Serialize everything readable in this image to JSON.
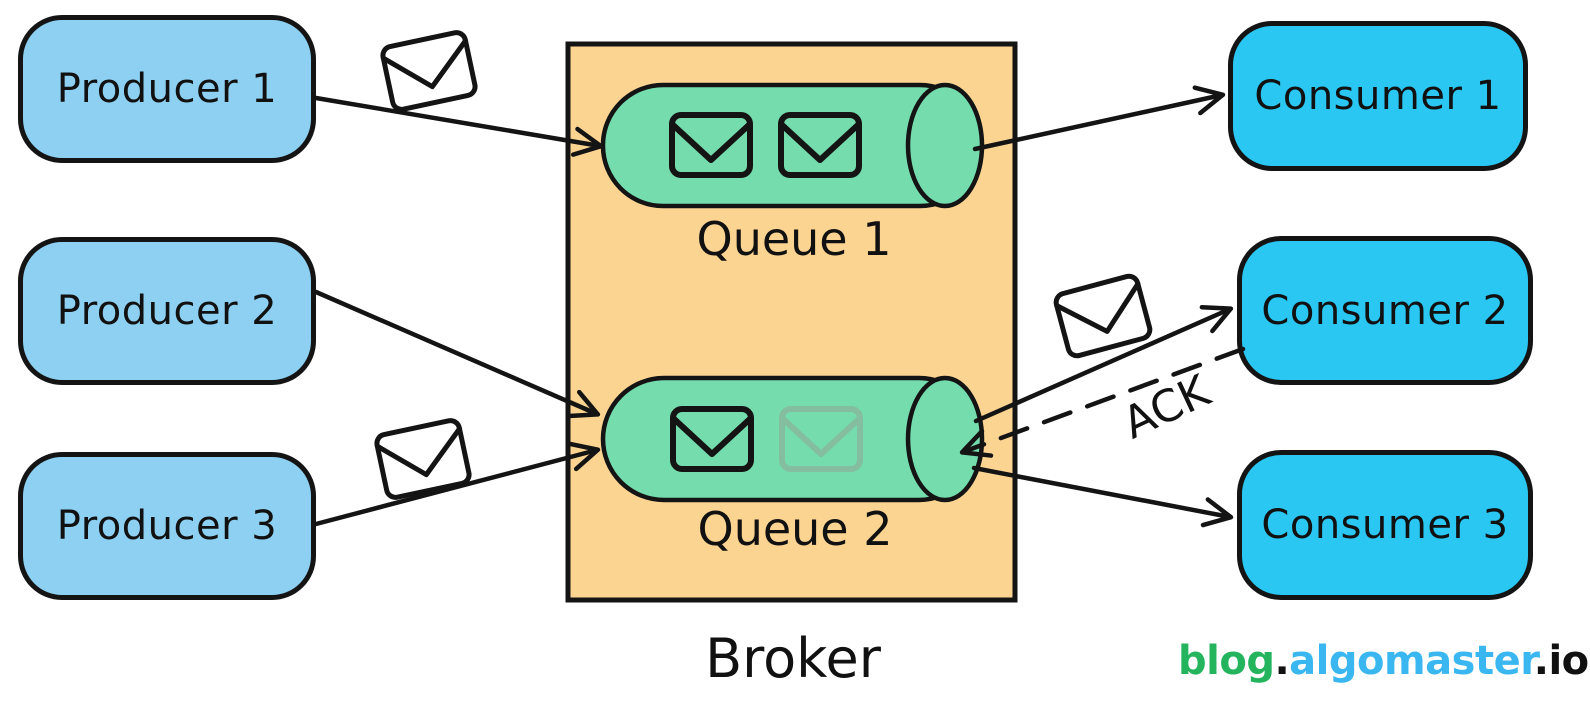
{
  "colors": {
    "producer_fill": "#8DD0F2",
    "consumer_fill": "#29C7F2",
    "broker_fill": "#FBD492",
    "queue_fill": "#75DCAE",
    "stroke": "#141414",
    "faded_envelope": "#84BDA0",
    "brand_green": "#24B45E",
    "brand_blue": "#3AB7F0",
    "brand_dark": "#111111"
  },
  "diagram": {
    "producers": [
      {
        "label": "Producer 1"
      },
      {
        "label": "Producer 2"
      },
      {
        "label": "Producer 3"
      }
    ],
    "consumers": [
      {
        "label": "Consumer 1"
      },
      {
        "label": "Consumer 2"
      },
      {
        "label": "Consumer 3"
      }
    ],
    "broker": {
      "label": "Broker"
    },
    "queues": [
      {
        "label": "Queue 1",
        "messages_visible": 2,
        "faded_messages": 0
      },
      {
        "label": "Queue 2",
        "messages_visible": 2,
        "faded_messages": 1
      }
    ],
    "ack_label": "ACK",
    "icons": {
      "message": "envelope-icon",
      "consumed_message": "faded-envelope-icon"
    },
    "branding": {
      "blog": "blog",
      "dot": ".",
      "algomaster": "algomaster",
      "io": ".io"
    }
  }
}
